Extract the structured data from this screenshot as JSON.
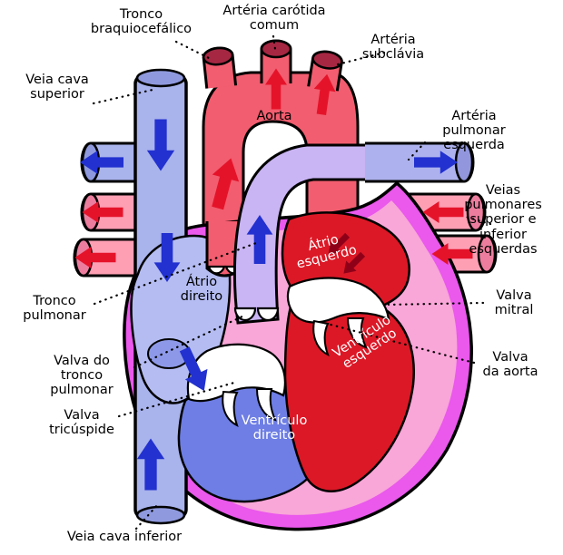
{
  "labels": {
    "tronco_braquiocefalico": "Tronco\nbraquiocefálico",
    "arteria_carotida_comum": "Artéria carótida\ncomum",
    "arteria_subclavia": "Artéria\nsubclávia",
    "veia_cava_superior": "Veia cava\nsuperior",
    "aorta": "Aorta",
    "arteria_pulmonar_esquerda": "Artéria\npulmonar\nesquerda",
    "veias_pulmonares": "Veias\npulmonares\nsuperior e\ninferior\nesquerdas",
    "tronco_pulmonar": "Tronco\npulmonar",
    "atrio_direito": "Átrio\ndireito",
    "atrio_esquerdo": "Átrio\nesquerdo",
    "valva_mitral": "Valva\nmitral",
    "valva_do_tronco_pulmonar": "Valva do\ntronco\npulmonar",
    "valva_da_aorta": "Valva\nda aorta",
    "valva_tricuspide": "Valva\ntricúspide",
    "ventriculo_direito": "Ventrículo\ndireito",
    "ventriculo_esquerdo": "Ventrículo\nesquerdo",
    "veia_cava_inferior": "Veia cava inferior"
  },
  "colors": {
    "background": "#ffffff",
    "outline": "#000000",
    "heart_wall": "#ea58ec",
    "heart_inner": "#f9a6d8",
    "right_atrium": "#b4bcf2",
    "right_ventricle": "#6e7ee4",
    "left_heart_red": "#dc1826",
    "vena_cava": "#a9b3ec",
    "vein_cap": "#8f9ade",
    "pulmonary_trunk": "#c9b4f4",
    "left_pulmonary_artery": "#adb2ee",
    "lavender_cap": "#9196dd",
    "pulmonary_vein_pink": "#ff9fb4",
    "pink_cap": "#ec7d9e",
    "aorta": "#f25d6f",
    "aorta_cap": "#a62742",
    "fossa_ovalis": "#8d99e8",
    "valve_white": "#ffffff",
    "arrow_blue": "#2231cf",
    "arrow_red": "#e5132a",
    "arrow_dark_red": "#8f0018",
    "label_text": "#000000",
    "label_text_light": "#ffffff"
  }
}
